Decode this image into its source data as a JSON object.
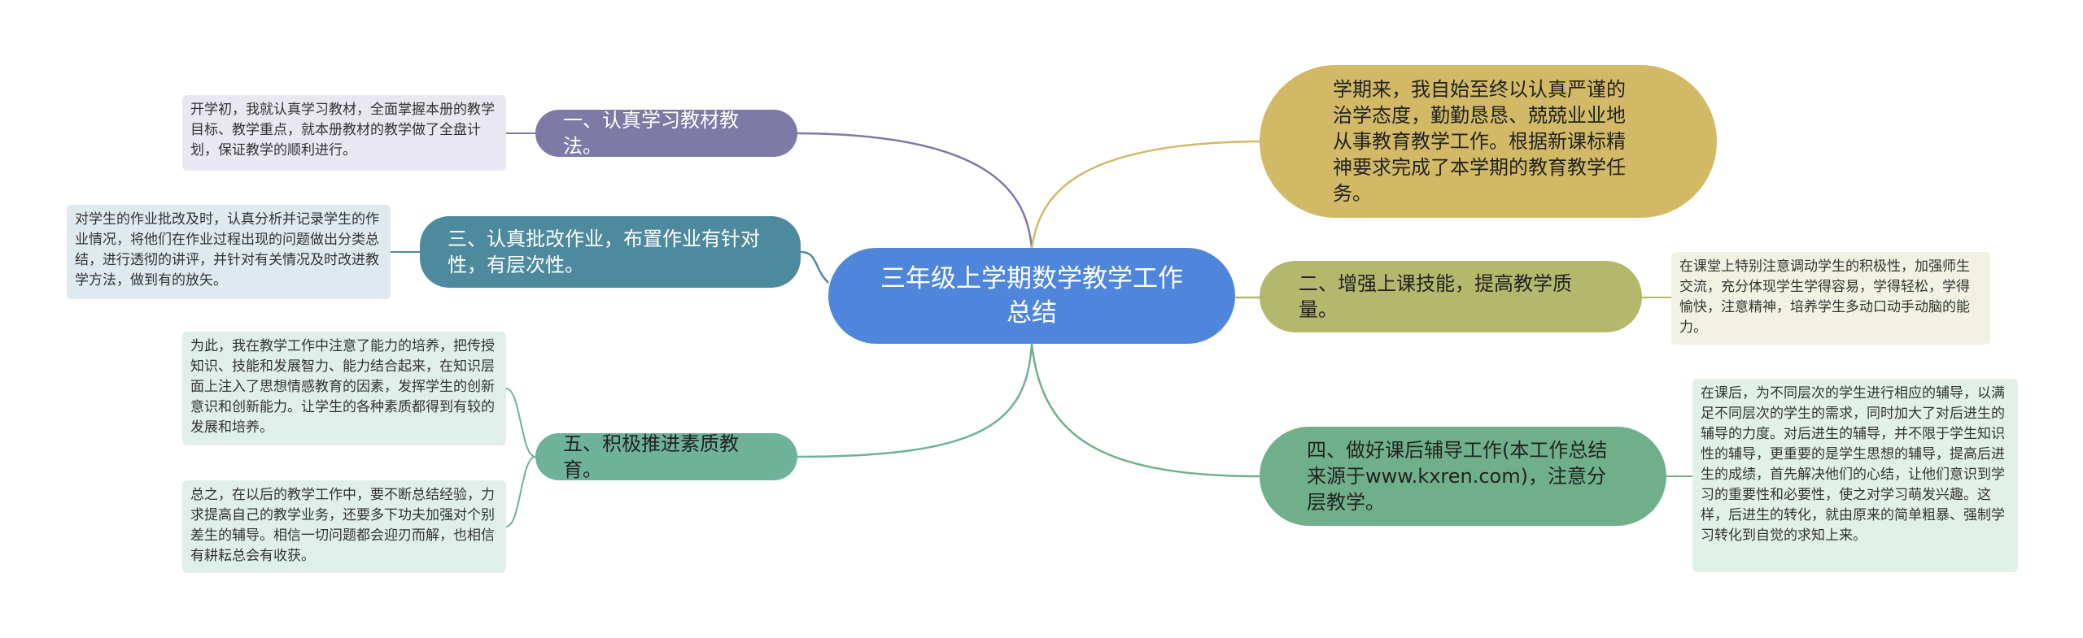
{
  "central": {
    "title": "三年级上学期数学教学工作总结"
  },
  "branches": {
    "intro": "学期来，我自始至终以认真严谨的治学态度，勤勤恳恳、兢兢业业地从事教育教学工作。根据新课标精神要求完成了本学期的教育教学任务。",
    "b1": {
      "label": "一、认真学习教材教法。",
      "note": "开学初，我就认真学习教材，全面掌握本册的教学目标、教学重点，就本册教材的教学做了全盘计划，保证教学的顺利进行。"
    },
    "b2": {
      "label": "二、增强上课技能，提高教学质量。",
      "note": "在课堂上特别注意调动学生的积极性，加强师生交流，充分体现学生学得容易，学得轻松，学得愉快，注意精神，培养学生多动口动手动脑的能力。"
    },
    "b3": {
      "label": "三、认真批改作业，布置作业有针对性，有层次性。",
      "note": "对学生的作业批改及时，认真分析并记录学生的作业情况，将他们在作业过程出现的问题做出分类总结，进行透彻的讲评，并针对有关情况及时改进教学方法，做到有的放矢。"
    },
    "b4": {
      "label": "四、做好课后辅导工作(本工作总结来源于www.kxren.com)，注意分层教学。",
      "note": "在课后，为不同层次的学生进行相应的辅导，以满足不同层次的学生的需求，同时加大了对后进生的辅导的力度。对后进生的辅导，并不限于学生知识性的辅导，更重要的是学生思想的辅导，提高后进生的成绩，首先解决他们的心结，让他们意识到学习的重要性和必要性，使之对学习萌发兴趣。这样，后进生的转化，就由原来的简单粗暴、强制学习转化到自觉的求知上来。"
    },
    "b5": {
      "label": "五、积极推进素质教育。",
      "notes": [
        "为此，我在教学工作中注意了能力的培养，把传授知识、技能和发展智力、能力结合起来，在知识层面上注入了思想情感教育的因素，发挥学生的创新意识和创新能力。让学生的各种素质都得到有较的发展和培养。",
        "总之，在以后的教学工作中，要不断总结经验，力求提高自己的教学业务，还要多下功夫加强对个别差生的辅导。相信一切问题都会迎刃而解，也相信有耕耘总会有收获。"
      ]
    }
  },
  "colors": {
    "central": "#4f86dc",
    "b1": "#7d7aa6",
    "b3": "#4e8a9e",
    "b5": "#6fb29a",
    "intro": "#d2b965",
    "b2": "#b4b86c",
    "b4": "#6fb08a"
  }
}
